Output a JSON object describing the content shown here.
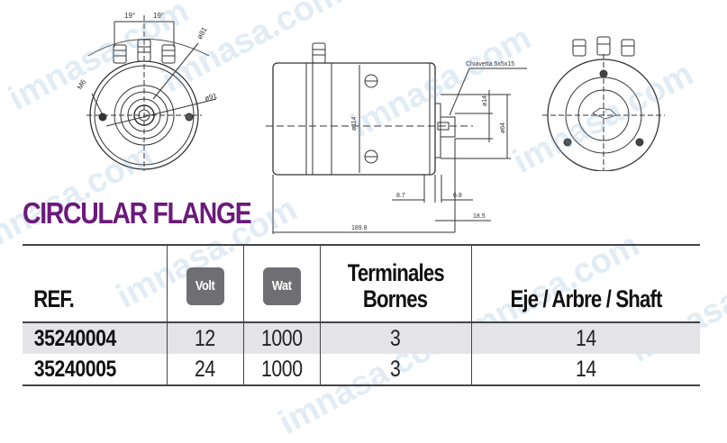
{
  "section_title": "CIRCULAR FLANGE",
  "drawings": {
    "front_view": {
      "angle_left": "19°",
      "angle_right": "19°",
      "diameter_top": "ø81",
      "diameter_right": "ø91",
      "hole_label": "M6"
    },
    "side_view": {
      "key_label": "Chiavetta 5x5x15",
      "body_diameter": "ø114",
      "shaft_diameter": "ø14",
      "pilot_diameter": "ø64",
      "dim_8_7": "8.7",
      "dim_6_8": "6.8",
      "dim_18_5": "18.5",
      "overall_length": "189.8"
    },
    "rear_view": {}
  },
  "table": {
    "headers": {
      "ref": "REF.",
      "volt": "Volt",
      "wat": "Wat",
      "terminals_line1": "Terminales",
      "terminals_line2": "Bornes",
      "shaft": "Eje / Arbre / Shaft"
    },
    "rows": [
      {
        "ref": "35240004",
        "volt": "12",
        "wat": "1000",
        "terminals": "3",
        "shaft": "14"
      },
      {
        "ref": "35240005",
        "volt": "24",
        "wat": "1000",
        "terminals": "3",
        "shaft": "14"
      }
    ]
  },
  "watermark": "imnasa.com",
  "colors": {
    "title": "#6b1a7a",
    "badge_bg": "#6f6f73",
    "row_shade": "#e4e4e6",
    "rule": "#444444"
  }
}
